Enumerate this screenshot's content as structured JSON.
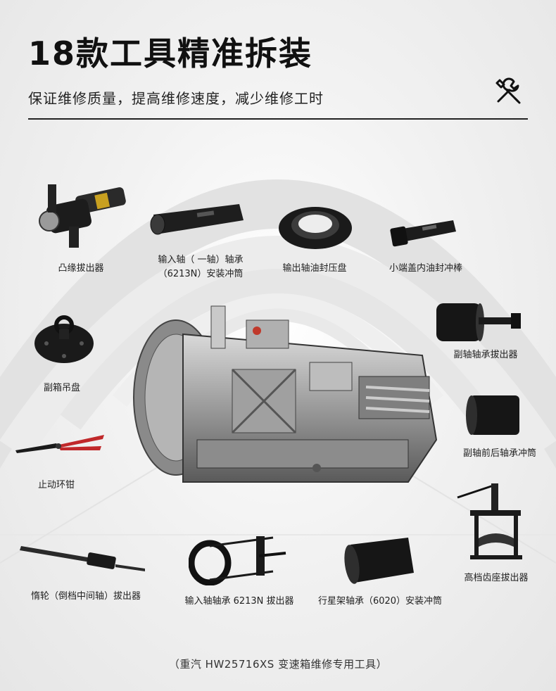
{
  "header": {
    "title": "18款工具精准拆装",
    "subtitle": "保证维修质量，提高维修速度，减少维修工时",
    "icon": "wrench-screwdriver-icon"
  },
  "tools": [
    {
      "label": "凸缘拔出器",
      "icon": "flange-puller-icon"
    },
    {
      "label": "输入轴（ 一轴）轴承",
      "label2": "（6213N）安装冲筒",
      "icon": "input-shaft-bearing-driver-icon"
    },
    {
      "label": "输出轴油封压盘",
      "icon": "oil-seal-press-plate-icon"
    },
    {
      "label": "小端盖内油封冲棒",
      "icon": "seal-punch-rod-icon"
    },
    {
      "label": "副箱吊盘",
      "icon": "lifting-plate-icon"
    },
    {
      "label": "副轴轴承拔出器",
      "icon": "countershaft-bearing-puller-icon"
    },
    {
      "label": "副轴前后轴承冲筒",
      "icon": "bearing-driver-cylinder-icon"
    },
    {
      "label": "止动环钳",
      "icon": "snap-ring-pliers-icon"
    },
    {
      "label": "高档齿座拔出器",
      "icon": "gear-seat-puller-icon"
    },
    {
      "label": "惰轮（倒档中间轴）拔出器",
      "icon": "idler-shaft-puller-icon"
    },
    {
      "label": "输入轴轴承 6213N 拔出器",
      "icon": "input-bearing-puller-icon"
    },
    {
      "label": "行星架轴承（6020）安装冲筒",
      "icon": "planet-carrier-driver-icon"
    }
  ],
  "center_image": "transmission-gearbox-icon",
  "footer": "（重汽 HW25716XS 变速箱维修专用工具）"
}
